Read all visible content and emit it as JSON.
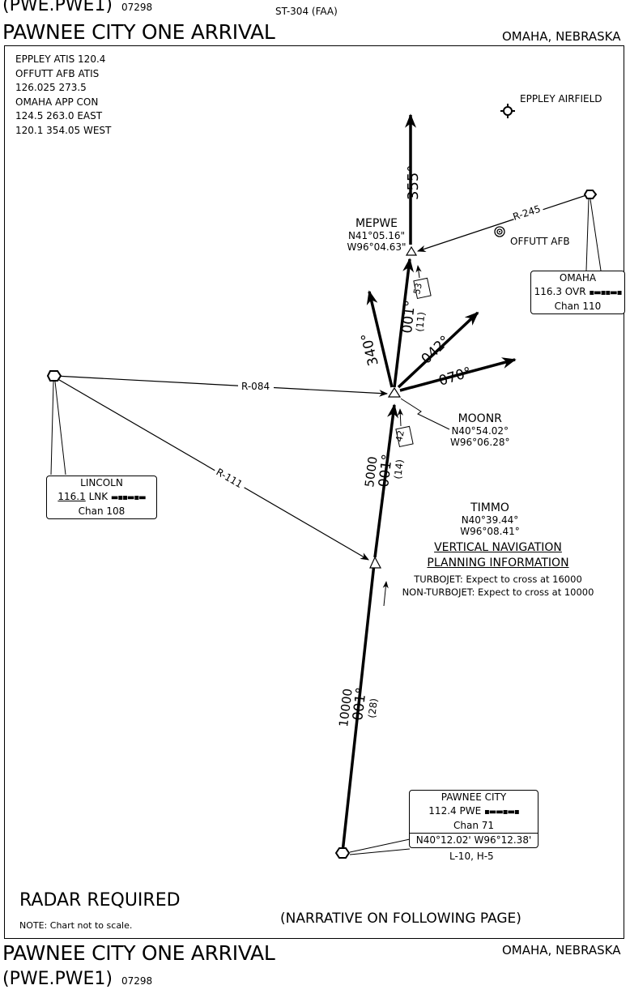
{
  "header": {
    "code": "(PWE.PWE1)",
    "date": "07298",
    "st": "ST-304 (FAA)",
    "title": "PAWNEE CITY ONE ARRIVAL",
    "location": "OMAHA, NEBRASKA"
  },
  "comms": [
    "EPPLEY ATIS 120.4",
    "OFFUTT AFB ATIS",
    "126.025 273.5",
    "OMAHA APP CON",
    "124.5 263.0 EAST",
    "120.1 354.05 WEST"
  ],
  "airports": {
    "eppley": "EPPLEY AIRFIELD",
    "offutt": "OFFUTT AFB"
  },
  "fixes": {
    "mepwe": {
      "name": "MEPWE",
      "lat": "N41°05.16\"",
      "lon": "W96°04.63\""
    },
    "moonr": {
      "name": "MOONR",
      "lat": "N40°54.02°",
      "lon": "W96°06.28°"
    },
    "timmo": {
      "name": "TIMMO",
      "lat": "N40°39.44°",
      "lon": "W96°08.41°"
    }
  },
  "navaids": {
    "omaha": {
      "name": "OMAHA",
      "freq": "116.3",
      "ident": "OVR",
      "chan": "Chan  110"
    },
    "lincoln": {
      "name": "LINCOLN",
      "freq": "116.1",
      "ident": "LNK",
      "chan": "Chan  108"
    },
    "pawnee": {
      "name": "PAWNEE CITY",
      "freq": "112.4",
      "ident": "PWE",
      "chan": "Chan  71",
      "coords": "N40°12.02' W96°12.38'",
      "charts": "L-10, H-5"
    }
  },
  "radials": {
    "r245": "R-245",
    "r084": "R-084",
    "r111": "R-111"
  },
  "legs": {
    "top_course": "355°",
    "mepwe_course": "001°",
    "mepwe_dist": "(11)",
    "course_340": "340°",
    "course_042": "042°",
    "course_070": "070°",
    "mid_alt": "5000",
    "mid_course": "001°",
    "mid_dist": "(14)",
    "low_alt": "10000",
    "low_course": "001°",
    "low_dist": "(28)",
    "mepwe_dme": "53",
    "moonr_dme": "42"
  },
  "vnav": {
    "line1": "VERTICAL NAVIGATION",
    "line2": "PLANNING INFORMATION",
    "turbojet": "TURBOJET: Expect to cross at 16000",
    "nonturbojet": "NON-TURBOJET: Expect to cross at 10000"
  },
  "notes": {
    "radar": "RADAR REQUIRED",
    "note": "NOTE: Chart not to scale.",
    "narrative": "(NARRATIVE ON FOLLOWING PAGE)"
  }
}
